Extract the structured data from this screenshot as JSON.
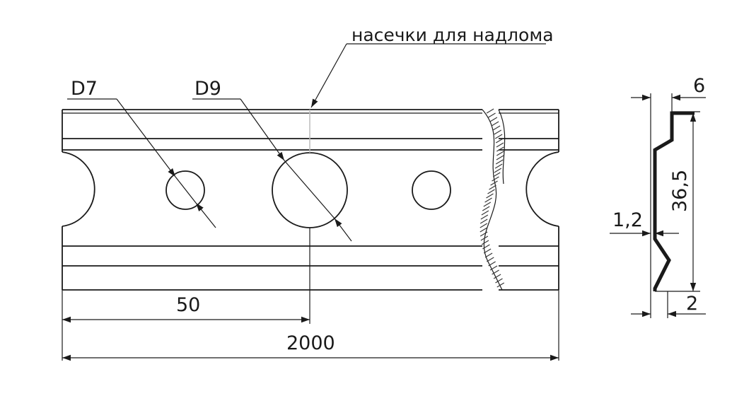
{
  "annotations": {
    "notch_note": "насечки для надлома",
    "hole_small": "D7",
    "hole_large": "D9"
  },
  "dimensions": {
    "spacing": "50",
    "length": "2000",
    "top_offset": "6",
    "height": "36,5",
    "thickness": "1,2",
    "bottom_offset": "2"
  },
  "colors": {
    "line": "#1a1a1a",
    "notch": "#bbbbbb"
  }
}
